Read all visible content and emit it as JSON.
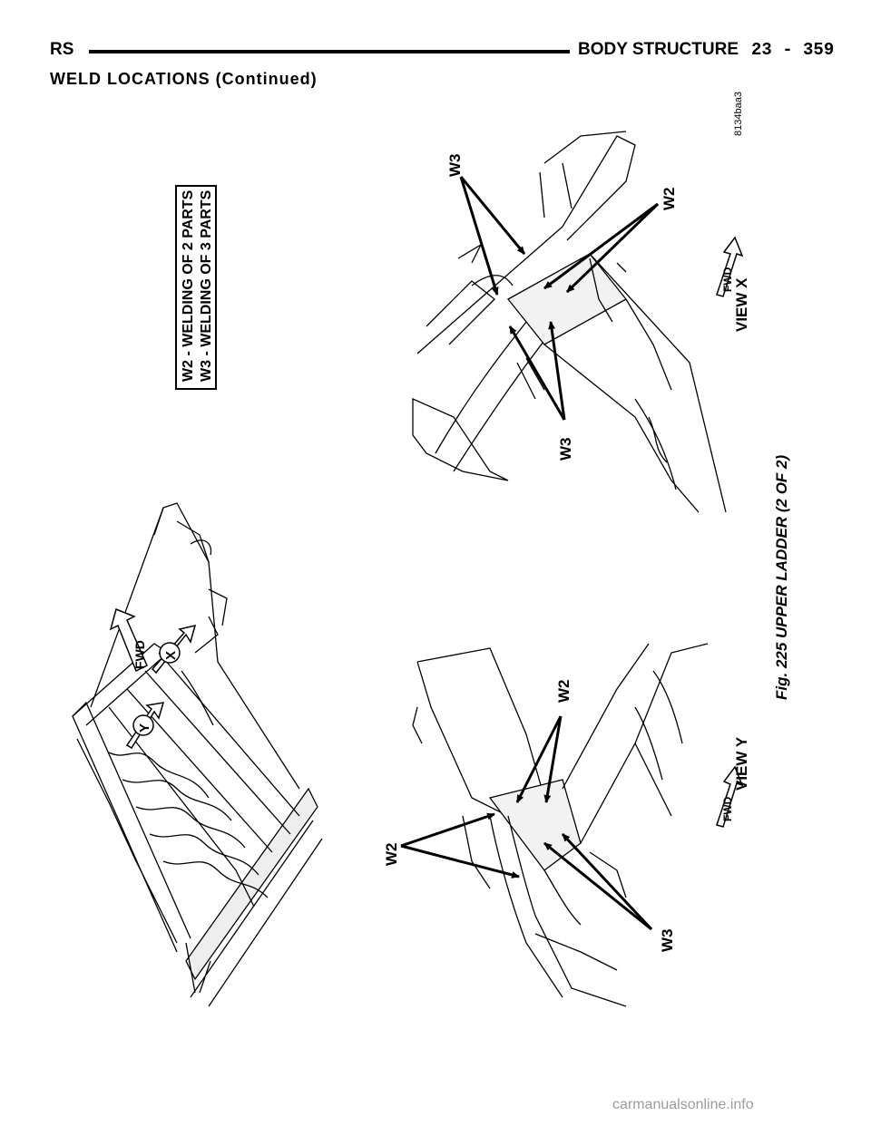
{
  "header": {
    "section_code": "RS",
    "chapter_title": "BODY STRUCTURE",
    "page_number": "23 - 359"
  },
  "section_heading": "WELD LOCATIONS (Continued)",
  "figure": {
    "legend": {
      "line1": "W2 - WELDING OF 2 PARTS",
      "line2": "W3 - WELDING OF 3 PARTS"
    },
    "image_code": "8134baa3",
    "caption": "Fig. 225 UPPER LADDER (2 OF 2)",
    "overview": {
      "fwd_label": "FWD",
      "view_x_marker": "X",
      "view_y_marker": "Y"
    },
    "view_x": {
      "title": "VIEW X",
      "fwd_label": "FWD",
      "callouts": [
        "W3",
        "W2",
        "W3"
      ]
    },
    "view_y": {
      "title": "VIEW Y",
      "fwd_label": "FWD",
      "callouts": [
        "W2",
        "W2",
        "W3"
      ]
    }
  },
  "watermark": "carmanualsonline.info"
}
